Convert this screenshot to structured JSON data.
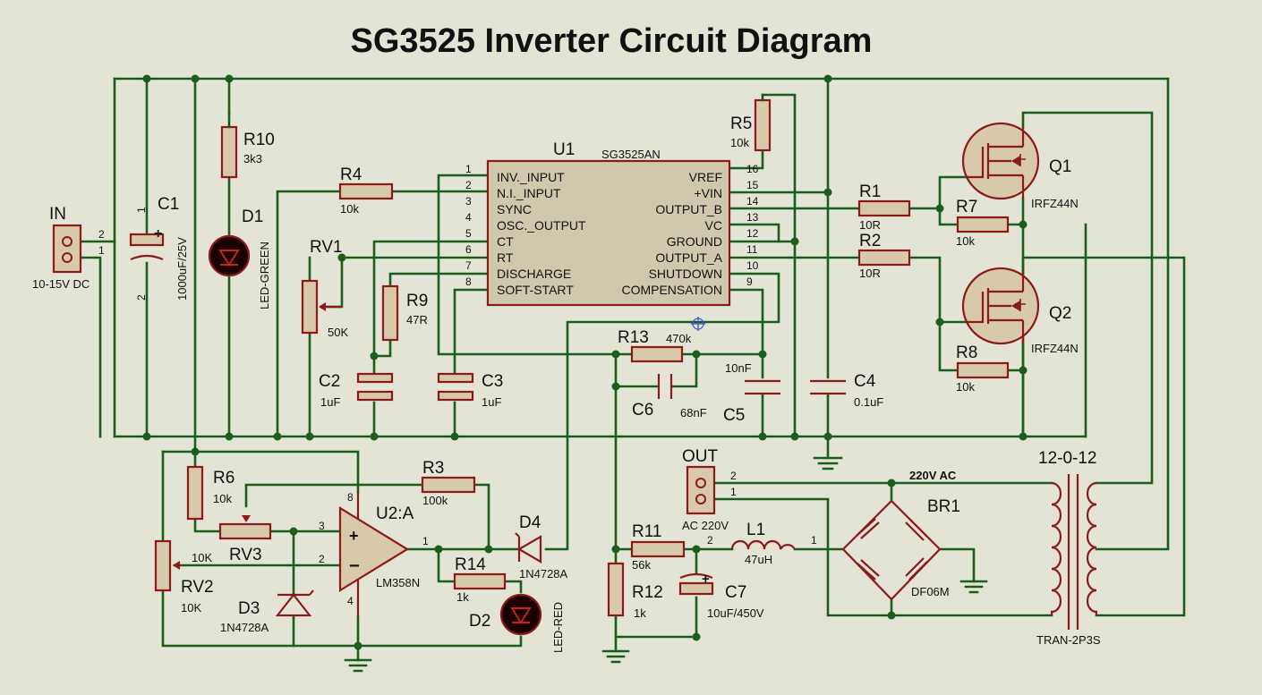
{
  "title": "SG3525 Inverter Circuit Diagram",
  "colors": {
    "wire": "#1b5e1b",
    "component": "#8b1a1a",
    "body": "#d7c9a9",
    "background": "#e3e3d6",
    "led": "#1a0000"
  },
  "components": {
    "in": {
      "ref": "IN",
      "value": "10-15V DC",
      "pin1": "1",
      "pin2": "2"
    },
    "c1": {
      "ref": "C1",
      "value": "1000uF/25V",
      "pin1": "1",
      "pin2": "2"
    },
    "r10": {
      "ref": "R10",
      "value": "3k3"
    },
    "d1": {
      "ref": "D1",
      "value": "LED-GREEN"
    },
    "r4": {
      "ref": "R4",
      "value": "10k"
    },
    "rv1": {
      "ref": "RV1",
      "value": "50K"
    },
    "r9": {
      "ref": "R9",
      "value": "47R"
    },
    "c2": {
      "ref": "C2",
      "value": "1uF"
    },
    "c3": {
      "ref": "C3",
      "value": "1uF"
    },
    "u1": {
      "ref": "U1",
      "part": "SG3525AN",
      "left_pins": [
        {
          "num": "1",
          "name": "INV._INPUT"
        },
        {
          "num": "2",
          "name": "N.I._INPUT"
        },
        {
          "num": "3",
          "name": "SYNC"
        },
        {
          "num": "4",
          "name": "OSC._OUTPUT"
        },
        {
          "num": "5",
          "name": "CT"
        },
        {
          "num": "6",
          "name": "RT"
        },
        {
          "num": "7",
          "name": "DISCHARGE"
        },
        {
          "num": "8",
          "name": "SOFT-START"
        }
      ],
      "right_pins": [
        {
          "num": "16",
          "name": "VREF"
        },
        {
          "num": "15",
          "name": "+VIN"
        },
        {
          "num": "14",
          "name": "OUTPUT_B"
        },
        {
          "num": "13",
          "name": "VC"
        },
        {
          "num": "12",
          "name": "GROUND"
        },
        {
          "num": "11",
          "name": "OUTPUT_A"
        },
        {
          "num": "10",
          "name": "SHUTDOWN"
        },
        {
          "num": "9",
          "name": "COMPENSATION"
        }
      ]
    },
    "r5": {
      "ref": "R5",
      "value": "10k"
    },
    "r13": {
      "ref": "R13",
      "value": "470k"
    },
    "c6": {
      "ref": "C6",
      "value": "68nF"
    },
    "c5": {
      "ref": "C5",
      "value": "10nF"
    },
    "c4": {
      "ref": "C4",
      "value": "0.1uF"
    },
    "r1": {
      "ref": "R1",
      "value": "10R"
    },
    "r2": {
      "ref": "R2",
      "value": "10R"
    },
    "r7": {
      "ref": "R7",
      "value": "10k"
    },
    "r8": {
      "ref": "R8",
      "value": "10k"
    },
    "q1": {
      "ref": "Q1",
      "value": "IRFZ44N"
    },
    "q2": {
      "ref": "Q2",
      "value": "IRFZ44N"
    },
    "r6": {
      "ref": "R6",
      "value": "10k"
    },
    "rv3": {
      "ref": "RV3",
      "value": "10K"
    },
    "rv2": {
      "ref": "RV2",
      "value": "10K"
    },
    "d3": {
      "ref": "D3",
      "value": "1N4728A"
    },
    "u2": {
      "ref": "U2:A",
      "value": "LM358N",
      "pin3": "3",
      "pin2": "2",
      "pin1": "1",
      "pin8": "8",
      "pin4": "4"
    },
    "r3": {
      "ref": "R3",
      "value": "100k"
    },
    "r14": {
      "ref": "R14",
      "value": "1k"
    },
    "d2": {
      "ref": "D2",
      "value": "LED-RED"
    },
    "d4": {
      "ref": "D4",
      "value": "1N4728A"
    },
    "out": {
      "ref": "OUT",
      "value": "AC 220V",
      "pin1": "1",
      "pin2": "2"
    },
    "r11": {
      "ref": "R11",
      "value": "56k"
    },
    "r12": {
      "ref": "R12",
      "value": "1k"
    },
    "c7": {
      "ref": "C7",
      "value": "10uF/450V",
      "pin2": "2"
    },
    "l1": {
      "ref": "L1",
      "value": "47uH",
      "pin1": "1",
      "pin2": "2"
    },
    "br1": {
      "ref": "BR1",
      "value": "DF06M",
      "label": "220V AC"
    },
    "tr1": {
      "ref": "12-0-12",
      "value": "TRAN-2P3S"
    }
  }
}
